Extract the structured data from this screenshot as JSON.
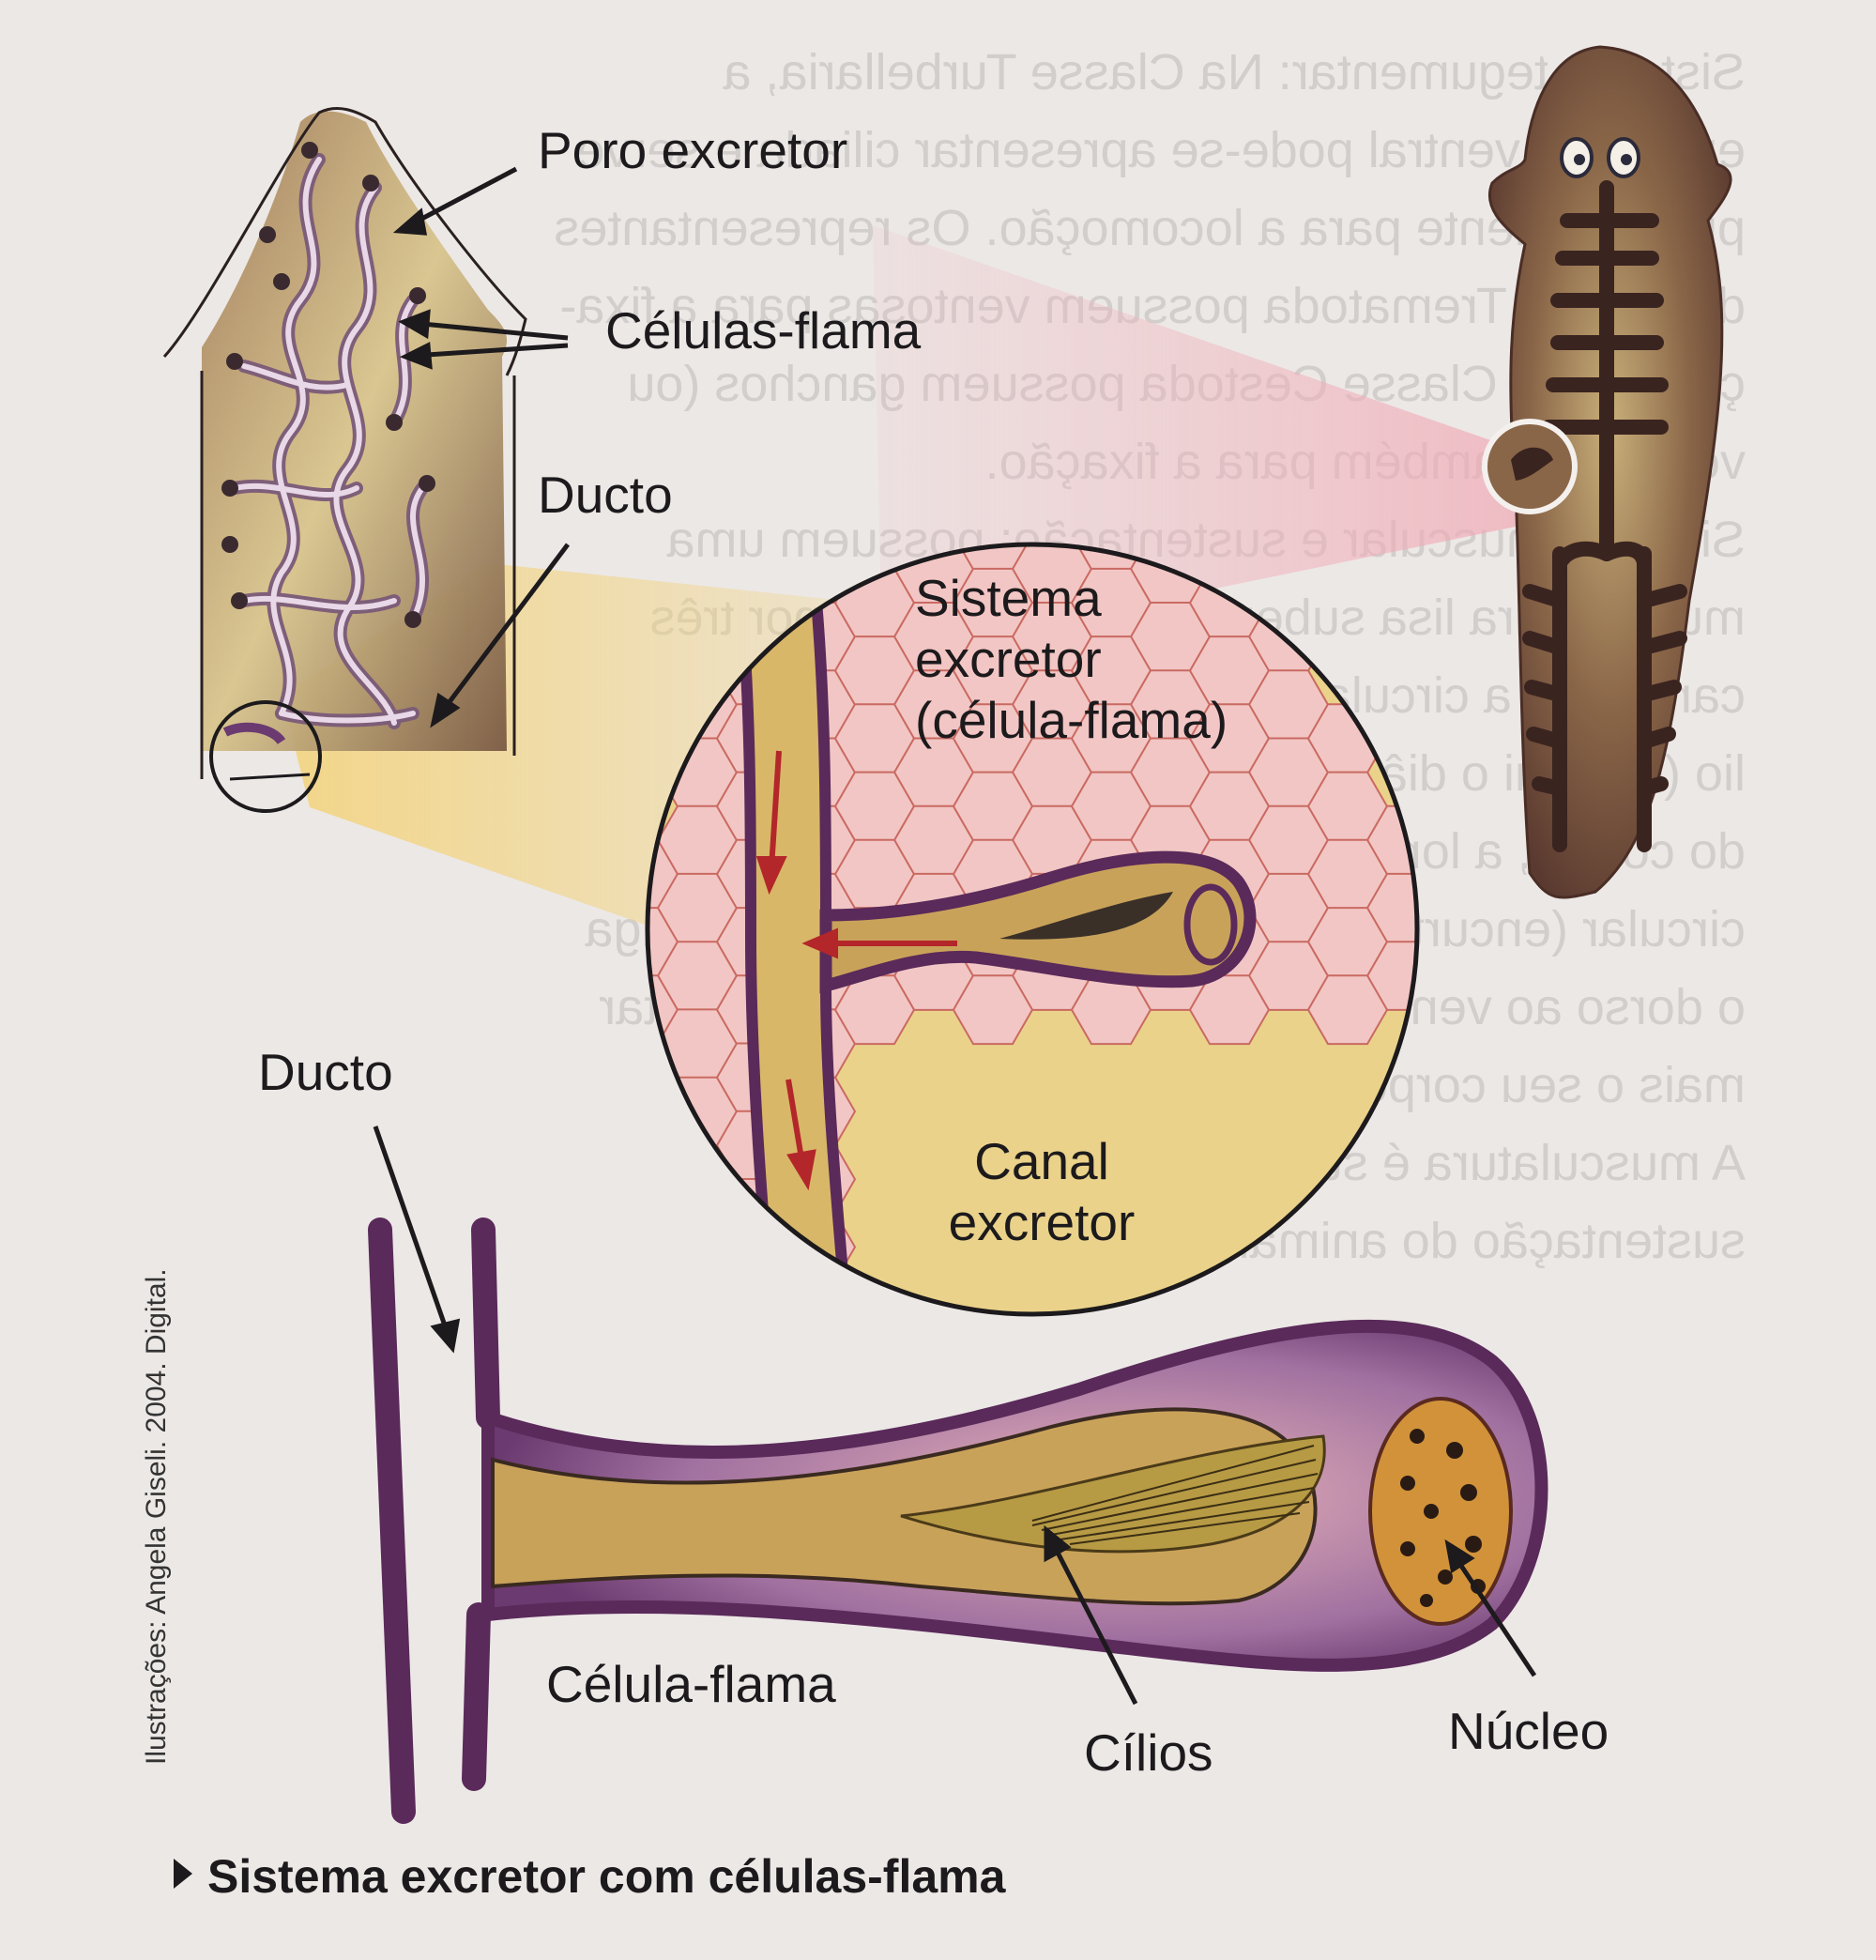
{
  "labels": {
    "poro_excretor": "Poro excretor",
    "celulas_flama": "Células-flama",
    "ducto_top": "Ducto",
    "sistema_excretor": [
      "Sistema",
      "excretor",
      "(célula-flama)"
    ],
    "canal_excretor": [
      "Canal",
      "excretor"
    ],
    "ducto_bottom": "Ducto",
    "celula_flama": "Célula-flama",
    "cilios": "Cílios",
    "nucleo": "Núcleo"
  },
  "credit": "Ilustrações: Angela Giseli. 2004. Digital.",
  "caption": "Sistema excretor com células-flama",
  "background_text": [
    "Sistema tegumentar: Na Classe Turbellaria, a",
    "epiderme ventral pode-se apresentar ciliada e serve",
    "principalmente para a locomoção. Os representantes",
    "da Classe Trematoda possuem ventosas para a fixa-",
    "ção; os da Classe Cestoda possuem ganchos (ou",
    "ventosas, também para a fixação.",
    "Sistema muscular e sustentação: possuem uma",
    "musculatura lisa subepidérmica formada por três",
    "camadas: a circular, logo abaixo do epité-",
    "lio (diminui o diâmetro e o comprimento",
    "do corpo), a longitudinal, abaixo da camada",
    "circular (encurta o corpo), e a dorsoventral, que liga",
    "o dorso ao ventre, possibilitando ao animal achatar",
    "mais o seu corpo",
    "A musculatura é sustentada pela",
    "sustentação do animal"
  ],
  "colors": {
    "paper": "#ece8e6",
    "duct_purple": "#5a2a5a",
    "lumen_tan": "#c9a25a",
    "cell_pink": "#f2c6c4",
    "arrow_red": "#b3262a",
    "worm_brown": "#6e4a3c"
  }
}
